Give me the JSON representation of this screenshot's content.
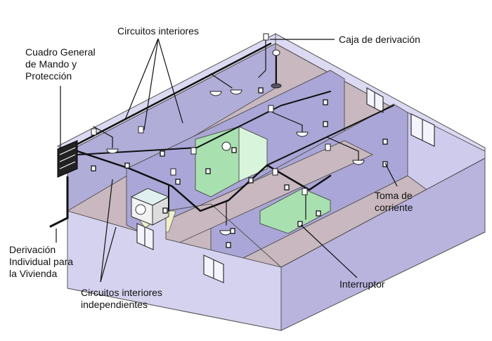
{
  "diagram": {
    "title": "Instalación eléctrica interior de una vivienda",
    "labels": {
      "circuitos_interiores": [
        "Circuitos interiores"
      ],
      "cuadro_general": [
        "Cuadro General",
        "de Mando y",
        "Protección"
      ],
      "caja_derivacion": [
        "Caja de derivación"
      ],
      "toma_corriente": [
        "Toma de",
        "corriente"
      ],
      "derivacion_individual": [
        "Derivación",
        "Individual para",
        "la Vivienda"
      ],
      "circuitos_independientes": [
        "Circuitos interiores",
        "independientes"
      ],
      "interruptor": [
        "Interruptor"
      ]
    },
    "colors": {
      "outer_wall": "#b8b4de",
      "outer_wall_light": "#dcdaf2",
      "inner_wall": "#a9a5d6",
      "floor": "#c9b8bf",
      "bathroom_tile": "#a8e0b0",
      "bathroom_light": "#d8f5dc",
      "kitchen_floor": "#eef0c8",
      "wire": "#111111",
      "window": "#f4f4ff"
    }
  }
}
